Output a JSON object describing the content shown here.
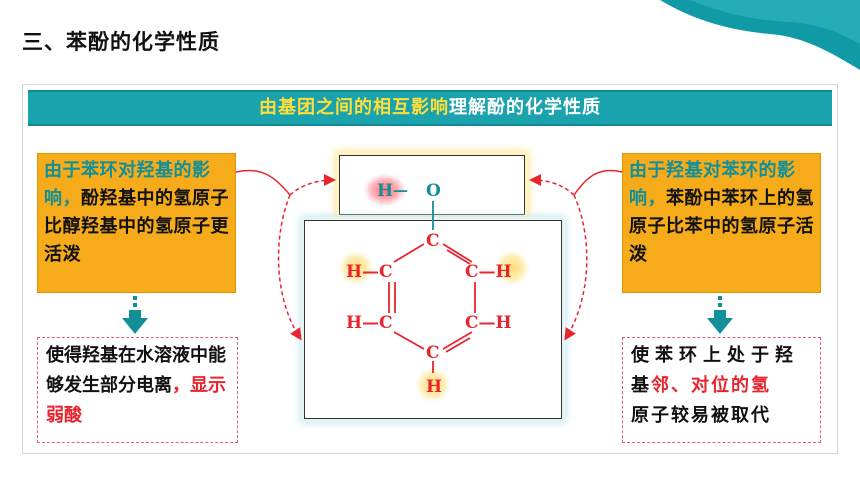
{
  "page": {
    "title": "三、苯酚的化学性质"
  },
  "banner": {
    "highlight": "由基团之间的相互影响",
    "rest": "理解酚的化学性质"
  },
  "left_note": {
    "teal_text": "由于苯环对羟基的影响",
    "punct": "，",
    "black_text": "酚羟基中的氢原子比醇羟基中的氢原子更活泼"
  },
  "left_result": {
    "black_text": "使得羟基在水溶液中能够发生部分电离",
    "punct": "，",
    "red_text": "显示弱酸"
  },
  "right_note": {
    "teal_text": "由于羟基对苯环的影响",
    "punct": "，",
    "black_text": "苯酚中苯环上的氢原子比苯中的氢原子活泼"
  },
  "right_result": {
    "line1": "使苯环上处于羟",
    "black_prefix": "基",
    "red_text": "邻、对位的氢",
    "black_suffix": "原子较易被取代"
  },
  "molecule": {
    "hydroxyl_h": "H",
    "dash": "—",
    "hydroxyl_o": "O",
    "atom_c": "C",
    "atom_h": "H",
    "group_hc": "H—C",
    "group_ch": "C—H"
  },
  "colors": {
    "teal": "#1aa3ad",
    "orange": "#f6ab1b",
    "red": "#e8242e",
    "yellow": "#ffde3a"
  }
}
